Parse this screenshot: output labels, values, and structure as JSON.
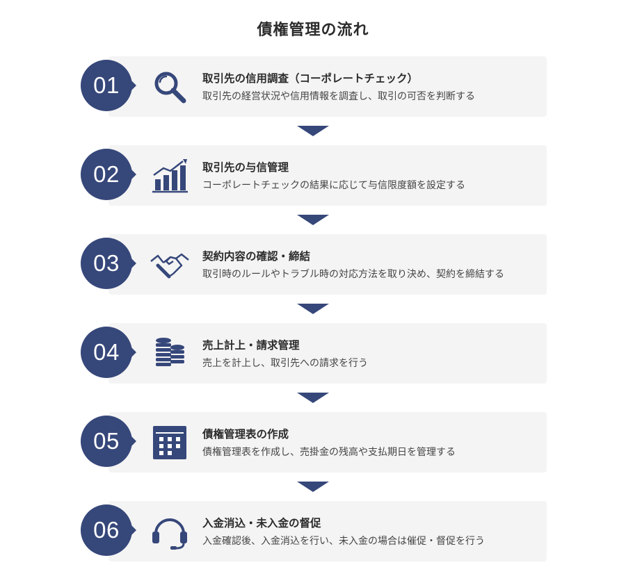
{
  "page": {
    "title": "債権管理の流れ",
    "accent_color": "#36477a",
    "card_color": "#f4f4f4"
  },
  "steps": [
    {
      "number": "01",
      "icon": "magnifier-icon",
      "title": "取引先の信用調査（コーポレートチェック）",
      "description": "取引先の経営状況や信用情報を調査し、取引の可否を判断する"
    },
    {
      "number": "02",
      "icon": "bar-chart-growth-icon",
      "title": "取引先の与信管理",
      "description": "コーポレートチェックの結果に応じて与信限度額を設定する"
    },
    {
      "number": "03",
      "icon": "handshake-icon",
      "title": "契約内容の確認・締結",
      "description": "取引時のルールやトラブル時の対応方法を取り決め、契約を締結する"
    },
    {
      "number": "04",
      "icon": "coins-stack-icon",
      "title": "売上計上・請求管理",
      "description": "売上を計上し、取引先への請求を行う"
    },
    {
      "number": "05",
      "icon": "calendar-grid-icon",
      "title": "債権管理表の作成",
      "description": "債権管理表を作成し、売掛金の残高や支払期日を管理する"
    },
    {
      "number": "06",
      "icon": "headset-icon",
      "title": "入金消込・未入金の督促",
      "description": "入金確認後、入金消込を行い、未入金の場合は催促・督促を行う"
    }
  ]
}
